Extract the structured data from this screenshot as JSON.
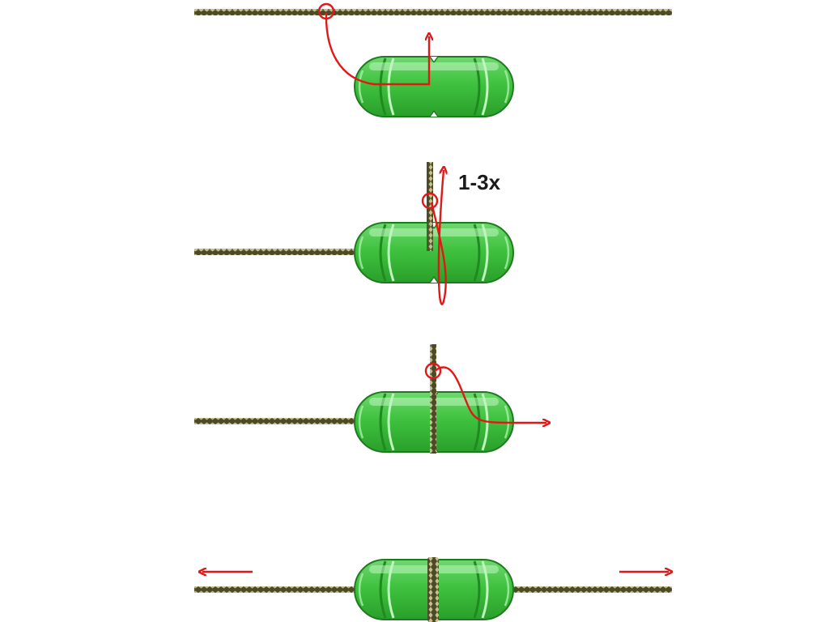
{
  "colors": {
    "background": "#ffffff",
    "line_dark": "#4b4b2a",
    "line_light": "#c8c08a",
    "stopper_dark": "#1f8a1f",
    "stopper_mid": "#3fc23f",
    "stopper_light": "#8fe88f",
    "arrow_red": "#e01818"
  },
  "steps": [
    {
      "id": "step-1",
      "caption": ""
    },
    {
      "id": "step-2",
      "caption": "1-3x"
    },
    {
      "id": "step-3",
      "caption": ""
    },
    {
      "id": "step-4",
      "caption": ""
    }
  ]
}
